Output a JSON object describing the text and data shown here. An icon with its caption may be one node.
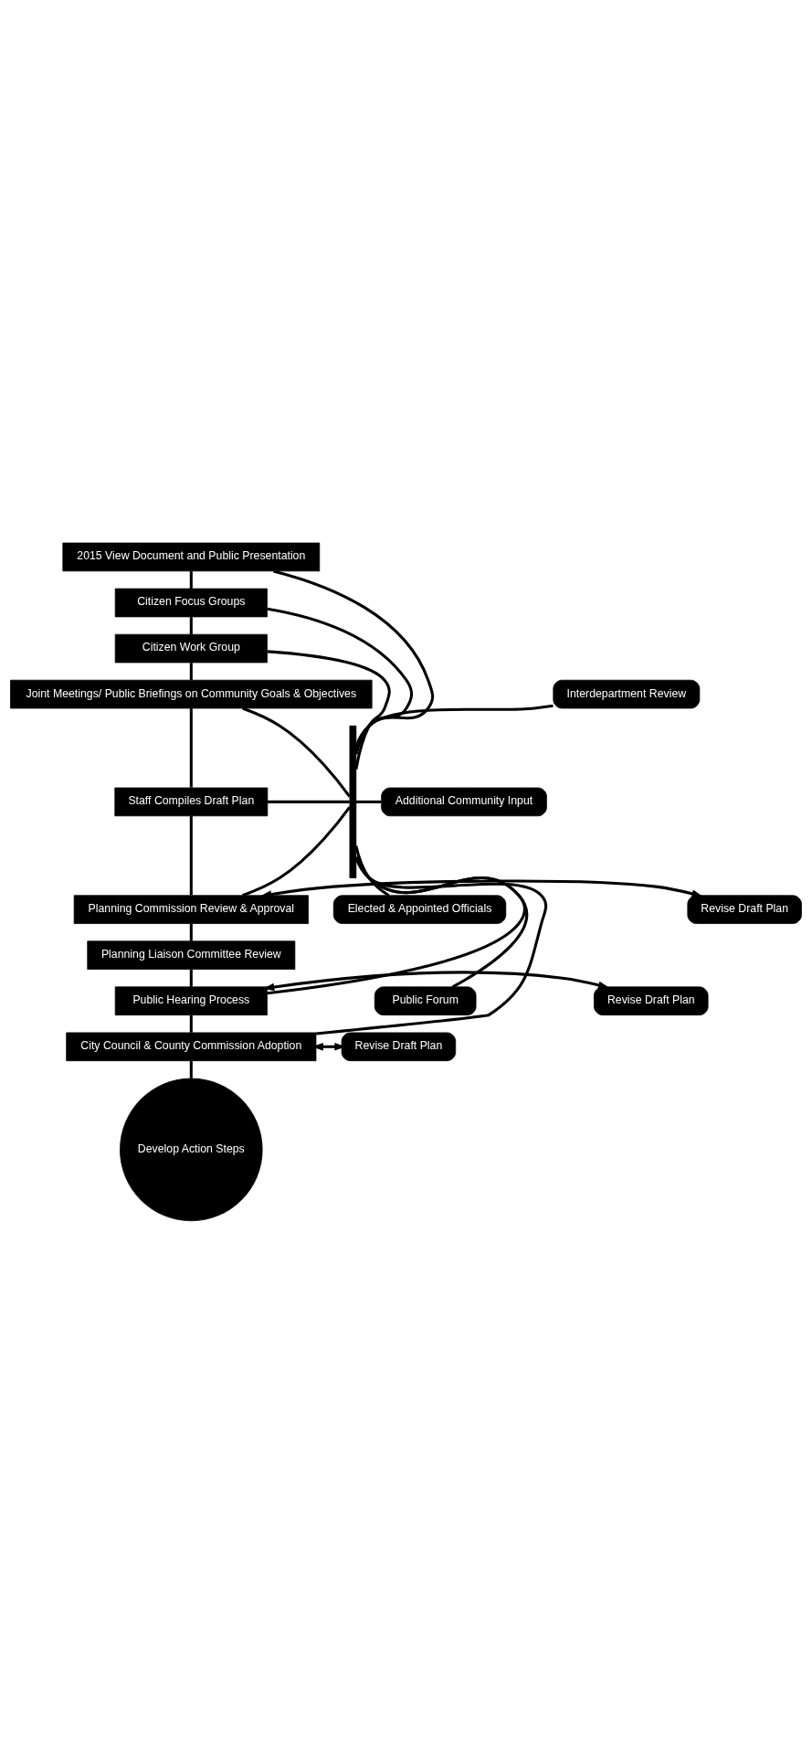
{
  "diagram": {
    "nodes": [
      {
        "text": [
          "2015 View Document and Public Presentation"
        ]
      },
      {
        "text": [
          "Citizen Focus Groups"
        ]
      },
      {
        "text": [
          "Citizen Work Group"
        ]
      },
      {
        "text": [
          "Joint Meetings/ Public Briefings on Community Goals & Objectives"
        ]
      },
      {
        "text": [
          "Staff Compiles Draft Plan"
        ]
      },
      {
        "text": [
          "Planning Commission Review & Approval"
        ]
      },
      {
        "text": [
          "Planning Liaison Committee Review"
        ]
      },
      {
        "text": [
          "Public Hearing Process"
        ]
      },
      {
        "text": [
          "City Council & County Commission Adoption"
        ]
      },
      {
        "text": [
          "Develop Action Steps"
        ]
      },
      {
        "text": [
          "Interdepartment Review"
        ]
      },
      {
        "text": [
          "Additional Community Input"
        ]
      },
      {
        "text": [
          "Elected & Appointed Officials"
        ]
      },
      {
        "text": [
          "Public Forum"
        ]
      },
      {
        "text": [
          "Revise Draft Plan"
        ]
      },
      {
        "text": [
          "Revise Draft Plan"
        ]
      },
      {
        "text": [
          "Revise Draft Plan"
        ]
      },
      {
        "text": [],
        "shape": "bar"
      }
    ],
    "edges": [
      {
        "from": 0,
        "to": 1,
        "arrow": "none"
      },
      {
        "from": 1,
        "to": 2,
        "arrow": "none"
      },
      {
        "from": 2,
        "to": 3,
        "arrow": "none"
      },
      {
        "from": 3,
        "to": 4,
        "arrow": "none"
      },
      {
        "from": 4,
        "to": 5,
        "arrow": "none"
      },
      {
        "from": 5,
        "to": 6,
        "arrow": "none"
      },
      {
        "from": 6,
        "to": 7,
        "arrow": "none"
      },
      {
        "from": 7,
        "to": 8,
        "arrow": "none"
      },
      {
        "from": 8,
        "to": 9,
        "arrow": "none"
      },
      {
        "from": 5,
        "to": 14,
        "arrow": "both"
      },
      {
        "from": 7,
        "to": 15,
        "arrow": "both"
      },
      {
        "from": 8,
        "to": 16,
        "arrow": "both"
      },
      {
        "from": 10,
        "to": 17,
        "arrow": "none"
      },
      {
        "from": 11,
        "to": 17,
        "arrow": "none"
      },
      {
        "from": 12,
        "to": 17,
        "arrow": "none"
      },
      {
        "from": 13,
        "to": 17,
        "arrow": "none"
      },
      {
        "from": 17,
        "to": 0,
        "arrow": "none"
      },
      {
        "from": 17,
        "to": 1,
        "arrow": "none"
      },
      {
        "from": 17,
        "to": 2,
        "arrow": "none"
      },
      {
        "from": 17,
        "to": 3,
        "arrow": "none"
      },
      {
        "from": 17,
        "to": 4,
        "arrow": "none"
      },
      {
        "from": 17,
        "to": 5,
        "arrow": "none"
      },
      {
        "from": 17,
        "to": 7,
        "arrow": "none"
      },
      {
        "from": 17,
        "to": 8,
        "arrow": "none"
      }
    ]
  }
}
